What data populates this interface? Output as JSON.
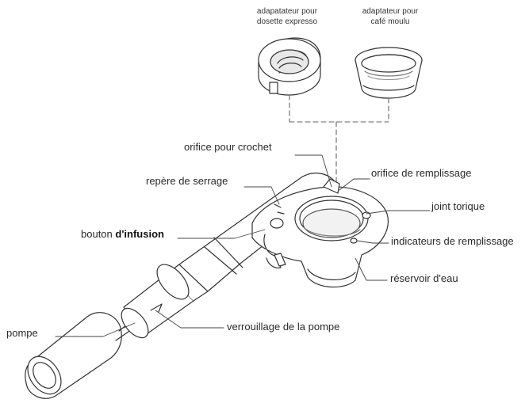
{
  "labels": {
    "adapter_pod": "adapatateur pour\ndosette expresso",
    "adapter_ground": "adaptateur pour\ncafé moulu",
    "hook_hole": "orifice pour crochet",
    "fill_hole": "orifice de remplissage",
    "tighten_mark": "repère de serrage",
    "o_ring": "joint torique",
    "infusion_button_prefix": "bouton ",
    "infusion_button_bold": "d'infusion",
    "fill_indicators": "indicateurs de remplissage",
    "water_tank": "réservoir d'eau",
    "pump": "pompe",
    "pump_lock": "verrouillage de la pompe"
  }
}
